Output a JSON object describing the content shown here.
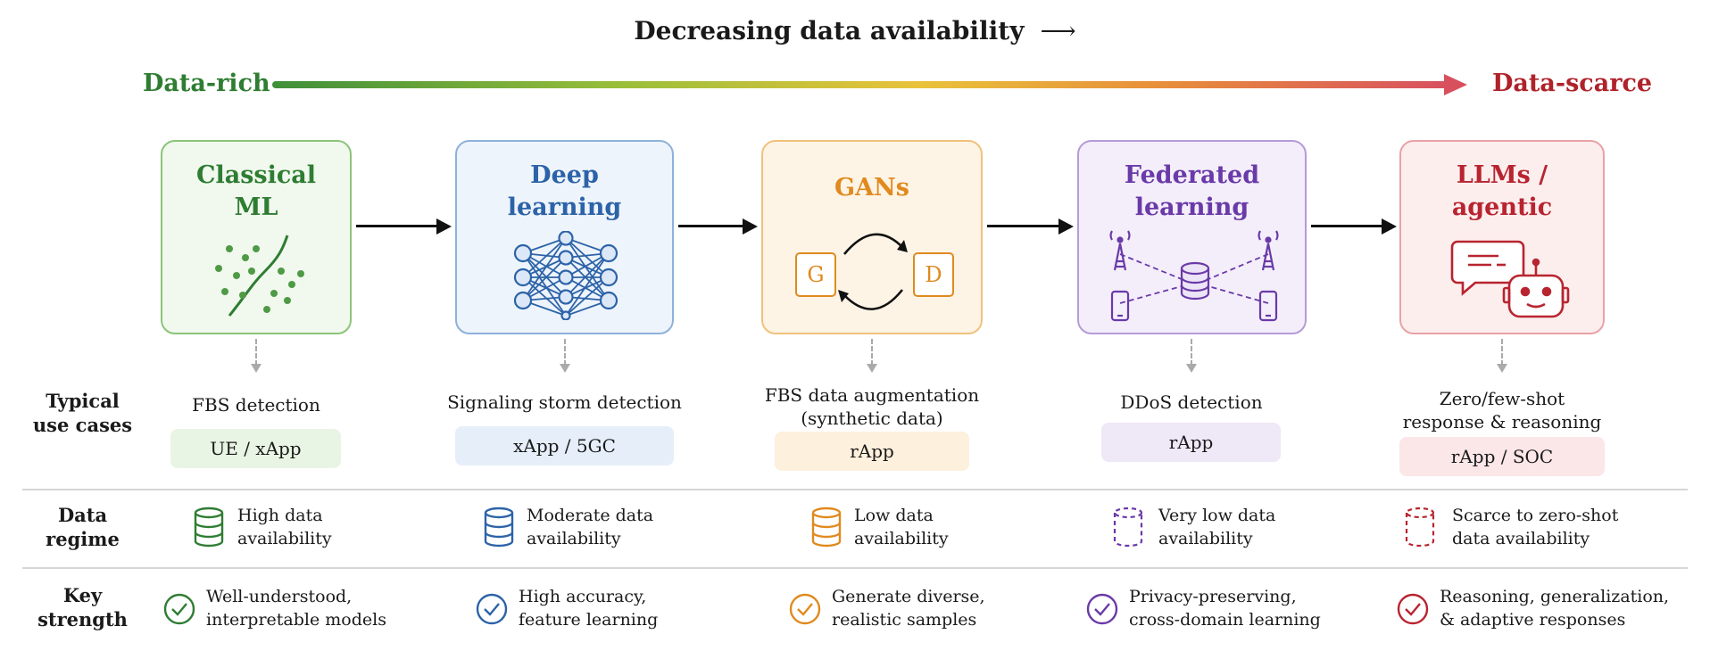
{
  "header": {
    "title": "Decreasing data availability",
    "arrow": "⟶",
    "left_label": "Data-rich",
    "right_label": "Data-scarce"
  },
  "colors": {
    "green": "#2e7d32",
    "blue": "#2c63a8",
    "orange": "#e08a1e",
    "purple": "#6a3aa8",
    "red": "#b82430"
  },
  "row_labels": {
    "use_cases": [
      "Typical",
      "use cases"
    ],
    "data_regime": [
      "Data",
      "regime"
    ],
    "key_strength": [
      "Key",
      "strength"
    ]
  },
  "stages": [
    {
      "title": [
        "Classical",
        "ML"
      ],
      "icon": "scatter-plot-icon",
      "use_case": [
        "FBS detection"
      ],
      "deployment": "UE / xApp",
      "regime": [
        "High data",
        "availability"
      ],
      "regime_icon": "database-icon",
      "strength": [
        "Well-understood,",
        "interpretable models"
      ],
      "strength_icon": "check-circle-icon"
    },
    {
      "title": [
        "Deep",
        "learning"
      ],
      "icon": "neural-network-icon",
      "use_case": [
        "Signaling storm detection"
      ],
      "deployment": "xApp / 5GC",
      "regime": [
        "Moderate data",
        "availability"
      ],
      "regime_icon": "database-icon",
      "strength": [
        "High accuracy,",
        "feature learning"
      ],
      "strength_icon": "check-circle-icon"
    },
    {
      "title": [
        "GANs"
      ],
      "icon": "generator-discriminator-icon",
      "icon_labels": [
        "G",
        "D"
      ],
      "use_case": [
        "FBS data augmentation",
        "(synthetic data)"
      ],
      "deployment": "rApp",
      "regime": [
        "Low data",
        "availability"
      ],
      "regime_icon": "database-icon",
      "strength": [
        "Generate diverse,",
        "realistic samples"
      ],
      "strength_icon": "check-circle-icon"
    },
    {
      "title": [
        "Federated",
        "learning"
      ],
      "icon": "federated-network-icon",
      "use_case": [
        "DDoS detection"
      ],
      "deployment": "rApp",
      "regime": [
        "Very low data",
        "availability"
      ],
      "regime_icon": "dashed-database-icon",
      "strength": [
        "Privacy-preserving,",
        "cross-domain learning"
      ],
      "strength_icon": "check-circle-icon"
    },
    {
      "title": [
        "LLMs /",
        "agentic"
      ],
      "icon": "chat-robot-icon",
      "use_case": [
        "Zero/few-shot",
        "response & reasoning"
      ],
      "deployment": "rApp / SOC",
      "regime": [
        "Scarce to zero-shot",
        "data availability"
      ],
      "regime_icon": "dashed-database-icon",
      "strength": [
        "Reasoning, generalization,",
        "& adaptive responses"
      ],
      "strength_icon": "check-circle-icon"
    }
  ]
}
